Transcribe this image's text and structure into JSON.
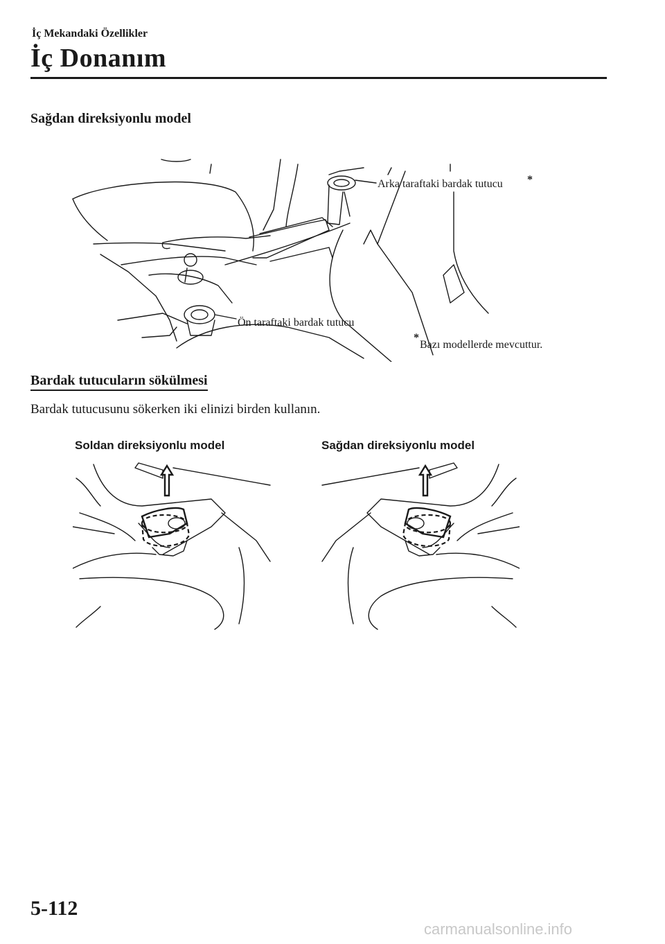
{
  "header": {
    "breadcrumb": "İç Mekandaki Özellikler",
    "title": "İç Donanım"
  },
  "section": {
    "heading": "Sağdan direksiyonlu model",
    "figure_labels": {
      "rear_cup_holder": "Arka taraftaki bardak tutucu",
      "front_cup_holder": "Ön taraftaki bardak tutucu",
      "asterisk": "*",
      "footnote": "Bazı modellerde mevcuttur."
    }
  },
  "removal": {
    "heading": "Bardak tutucuların sökülmesi",
    "body": "Bardak tutucusunu sökerken iki elinizi birden kullanın.",
    "caption_left": "Soldan direksiyonlu model",
    "caption_right": "Sağdan direksiyonlu model"
  },
  "footer": {
    "page_number": "5-112",
    "watermark": "carmanualsonline.info"
  }
}
